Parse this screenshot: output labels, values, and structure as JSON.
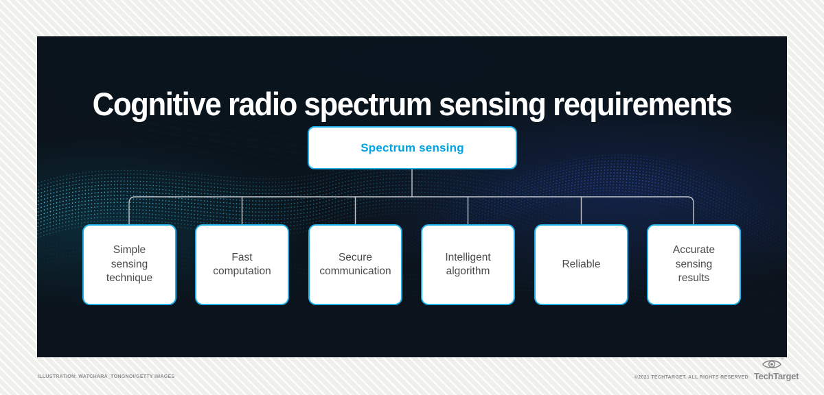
{
  "title": "Cognitive radio spectrum sensing requirements",
  "diagram": {
    "root": {
      "label": "Spectrum sensing"
    },
    "children": [
      {
        "lines": [
          "Simple",
          "sensing",
          "technique"
        ]
      },
      {
        "lines": [
          "Fast",
          "computation"
        ]
      },
      {
        "lines": [
          "Secure",
          "communication"
        ]
      },
      {
        "lines": [
          "Intelligent",
          "algorithm"
        ]
      },
      {
        "lines": [
          "Reliable"
        ]
      },
      {
        "lines": [
          "Accurate",
          "sensing",
          "results"
        ]
      }
    ]
  },
  "footer": {
    "credit": "ILLUSTRATION: WATCHARA_TONGNOI/GETTY IMAGES",
    "copyright": "©2021 TECHTARGET. ALL RIGHTS RESERVED",
    "brand": "TechTarget",
    "trademark": "™"
  },
  "colors": {
    "accent_cyan": "#00a2e2",
    "box_border": "#1fb1e9",
    "panel_background": "#0b141c",
    "box_text": "#4a4a4c",
    "connector": "#c5c8cd",
    "footer_text": "#8e8e91"
  }
}
